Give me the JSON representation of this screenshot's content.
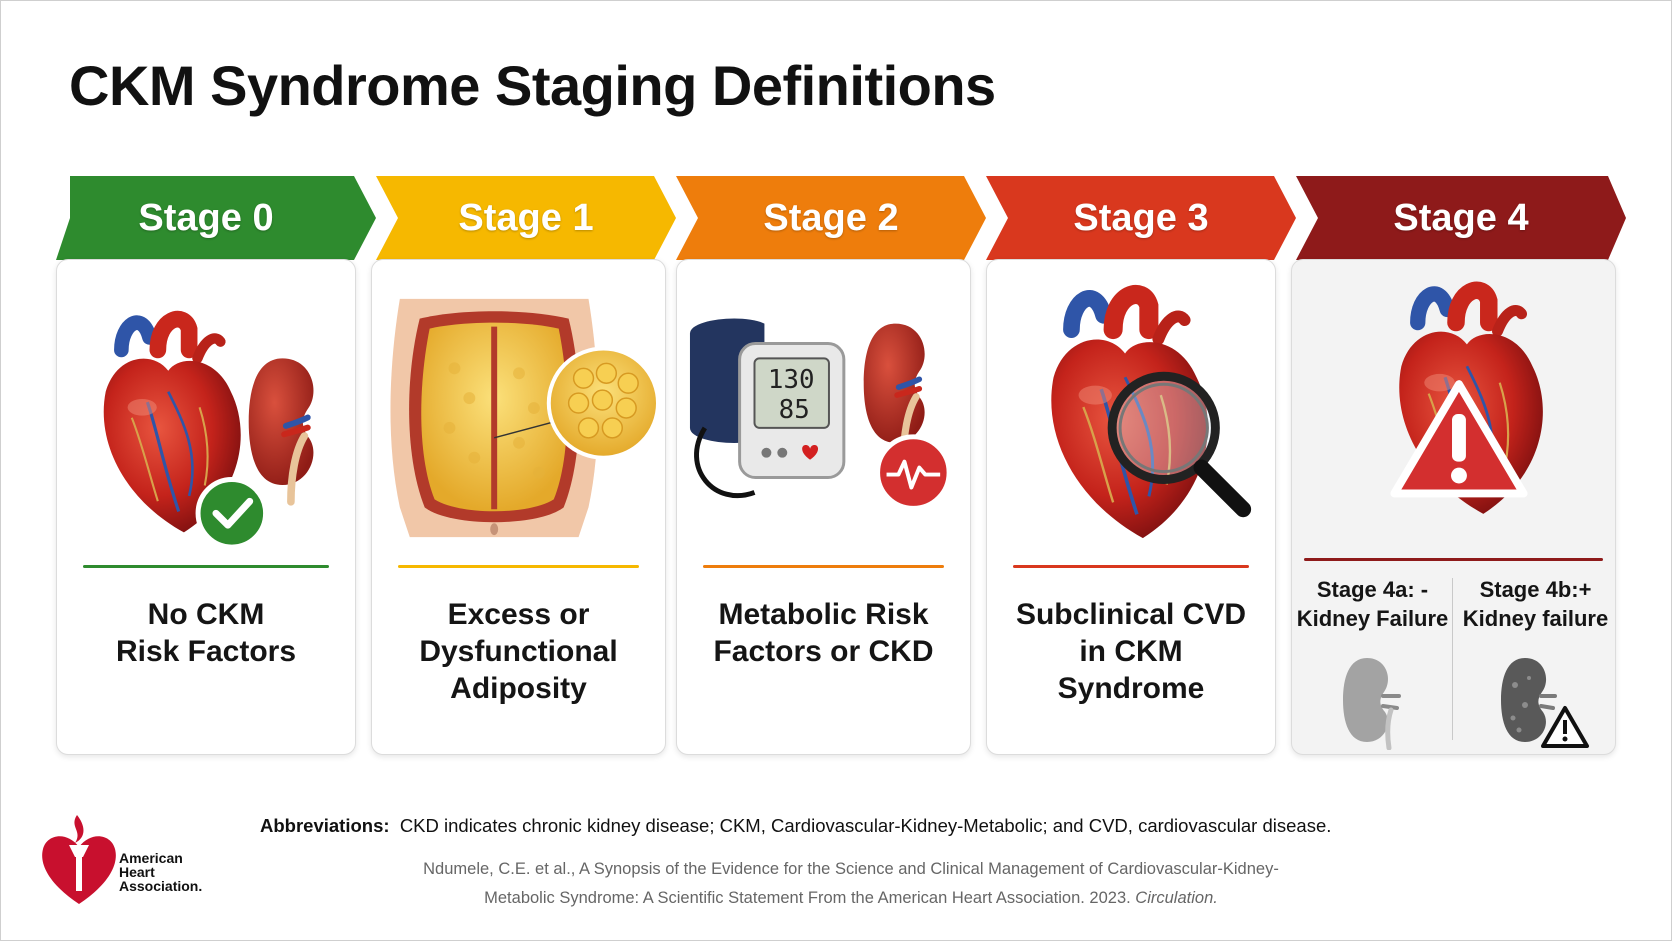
{
  "title": "CKM Syndrome Staging Definitions",
  "stages": [
    {
      "label": "Stage 0",
      "color": "#2e8b2e",
      "description": [
        "No CKM",
        "Risk Factors"
      ],
      "icon": "heart-kidney-check-icon"
    },
    {
      "label": "Stage 1",
      "color": "#f6b800",
      "description": [
        "Excess or",
        "Dysfunctional",
        "Adiposity"
      ],
      "icon": "abdomen-fat-icon"
    },
    {
      "label": "Stage 2",
      "color": "#ee7d0c",
      "description": [
        "Metabolic Risk",
        "Factors or CKD"
      ],
      "icon": "blood-pressure-kidney-icon"
    },
    {
      "label": "Stage 3",
      "color": "#d9381e",
      "description": [
        "Subclinical CVD",
        "in CKM",
        "Syndrome"
      ],
      "icon": "heart-magnifier-icon"
    },
    {
      "label": "Stage 4",
      "color": "#8e1a1a",
      "description": [],
      "icon": "heart-warning-icon",
      "substages": [
        {
          "label": [
            "Stage 4a: -",
            "Kidney Failure"
          ],
          "icon": "kidney-gray-icon"
        },
        {
          "label": [
            "Stage 4b:+",
            "Kidney failure"
          ],
          "icon": "kidney-failure-warning-icon"
        }
      ]
    }
  ],
  "bp_monitor": {
    "systolic": "130",
    "diastolic": "85"
  },
  "footer": {
    "abbreviations_label": "Abbreviations:",
    "abbreviations_text": "CKD indicates chronic kidney disease; CKM, Cardiovascular-Kidney-Metabolic; and CVD, cardiovascular disease.",
    "citation_line1": "Ndumele, C.E. et al., A Synopsis of the Evidence for the Science and Clinical Management of Cardiovascular-Kidney-",
    "citation_line2": "Metabolic Syndrome: A Scientific Statement From the American Heart Association. 2023.",
    "citation_journal": "Circulation."
  },
  "logo": {
    "line1": "American",
    "line2": "Heart",
    "line3": "Association."
  }
}
